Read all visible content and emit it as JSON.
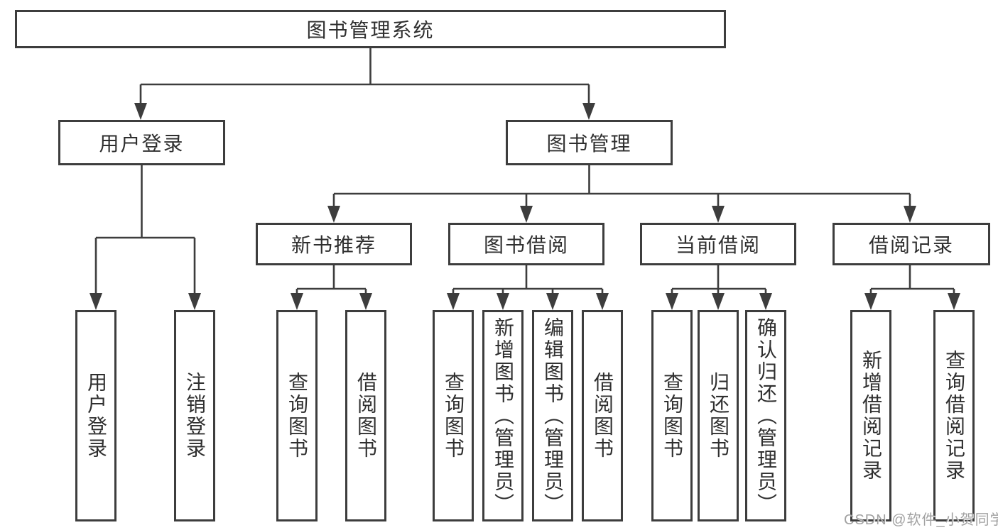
{
  "tree": {
    "root": {
      "label": "图书管理系统"
    },
    "level2": [
      {
        "label": "用户登录",
        "children": [
          {
            "label": "用户登录"
          },
          {
            "label": "注销登录"
          }
        ]
      },
      {
        "label": "图书管理"
      }
    ],
    "level3": [
      {
        "label": "新书推荐",
        "children": [
          {
            "label": "查询图书"
          },
          {
            "label": "借阅图书"
          }
        ]
      },
      {
        "label": "图书借阅",
        "children": [
          {
            "label": "查询图书"
          },
          {
            "label": "新增图书（管理员）"
          },
          {
            "label": "编辑图书（管理员）"
          },
          {
            "label": "借阅图书"
          }
        ]
      },
      {
        "label": "当前借阅",
        "children": [
          {
            "label": "查询图书"
          },
          {
            "label": "归还图书"
          },
          {
            "label": "确认归还（管理员）"
          }
        ]
      },
      {
        "label": "借阅记录",
        "children": [
          {
            "label": "新增借阅记录"
          },
          {
            "label": "查询借阅记录"
          }
        ]
      }
    ]
  },
  "watermark": {
    "text": "CSDN @软件_小贺同学"
  },
  "colors": {
    "line": "#3d3d3d",
    "box_border": "#3d3d3d",
    "text": "#2f2f2f",
    "background": "#ffffff",
    "watermark": "#9c9c9c"
  }
}
